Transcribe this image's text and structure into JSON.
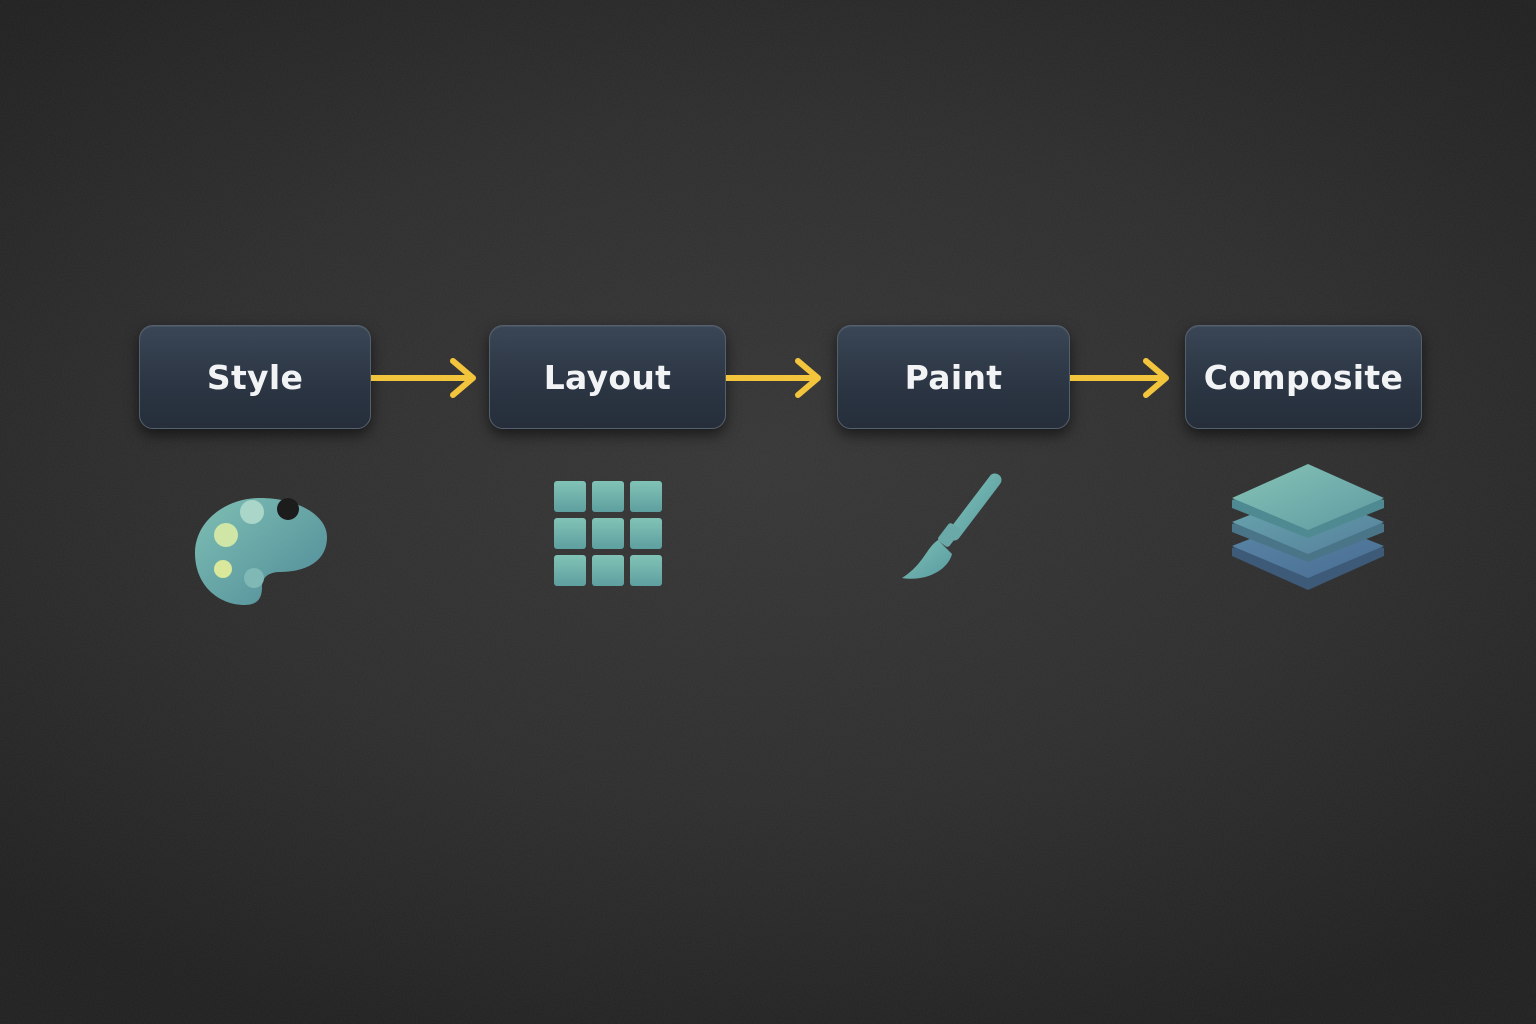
{
  "stages": [
    {
      "label": "Style",
      "icon": "palette-icon"
    },
    {
      "label": "Layout",
      "icon": "grid-icon"
    },
    {
      "label": "Paint",
      "icon": "paintbrush-icon"
    },
    {
      "label": "Composite",
      "icon": "layers-icon"
    }
  ],
  "colors": {
    "arrow": "#f2c53d",
    "icon_teal": "#6fb3ad",
    "box_fill": "#2f3a48"
  }
}
